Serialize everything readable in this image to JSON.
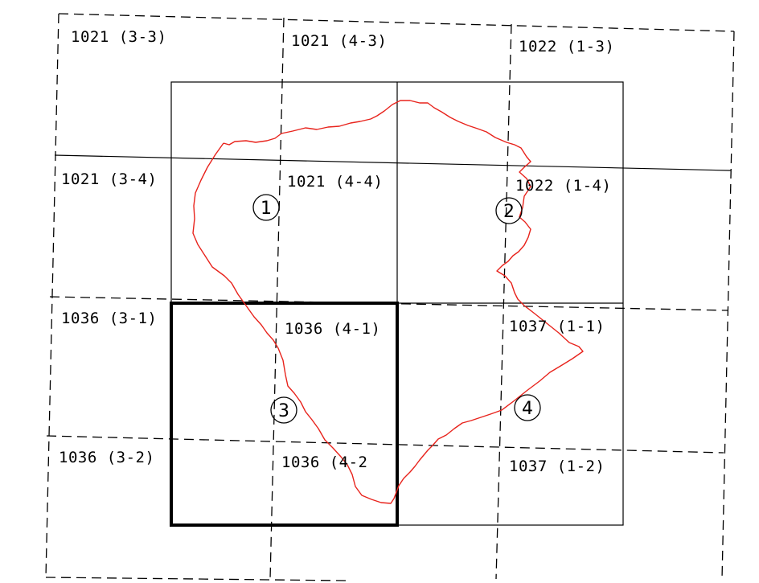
{
  "diagram": {
    "colors": {
      "background": "#ffffff",
      "line": "#000000",
      "boundary": "#e8231c"
    },
    "sheet_labels": [
      "1021 (3-3)",
      "1021 (4-3)",
      "1022 (1-3)",
      "1021 (3-4)",
      "1021 (4-4)",
      "1022 (1-4)",
      "1036 (3-1)",
      "1036 (4-1)",
      "1037 (1-1)",
      "1036 (3-2)",
      "1036 (4-2",
      "1037 (1-2)"
    ],
    "quadrants": [
      "1",
      "2",
      "3",
      "4"
    ],
    "highlighted_quadrant": "3"
  }
}
